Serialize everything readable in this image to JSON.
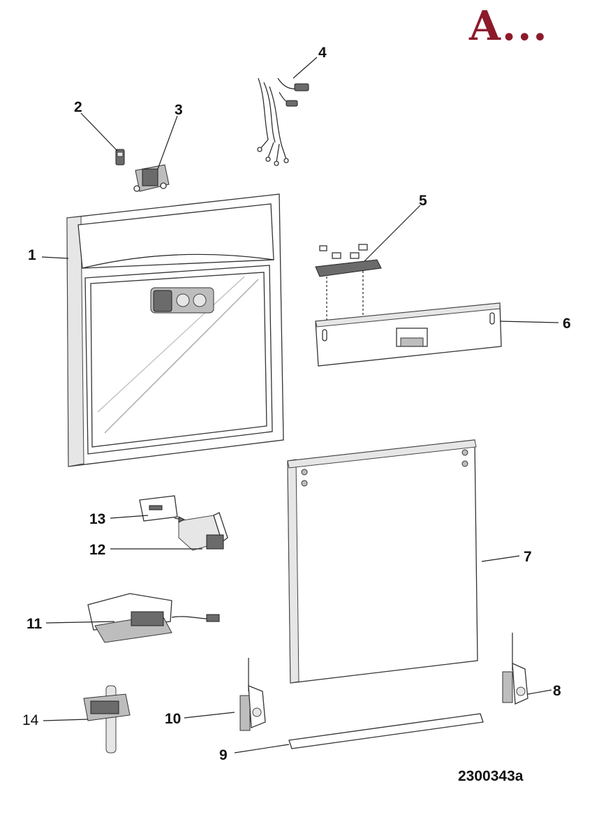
{
  "header": {
    "badge": "A..."
  },
  "diagram": {
    "reference_code": "2300343a",
    "callouts": [
      {
        "id": "1",
        "label": "1"
      },
      {
        "id": "2",
        "label": "2"
      },
      {
        "id": "3",
        "label": "3"
      },
      {
        "id": "4",
        "label": "4"
      },
      {
        "id": "5",
        "label": "5"
      },
      {
        "id": "6",
        "label": "6"
      },
      {
        "id": "7",
        "label": "7"
      },
      {
        "id": "8",
        "label": "8"
      },
      {
        "id": "9",
        "label": "9"
      },
      {
        "id": "10",
        "label": "10"
      },
      {
        "id": "11",
        "label": "11"
      },
      {
        "id": "12",
        "label": "12"
      },
      {
        "id": "13",
        "label": "13"
      },
      {
        "id": "14",
        "label": "14"
      }
    ]
  }
}
